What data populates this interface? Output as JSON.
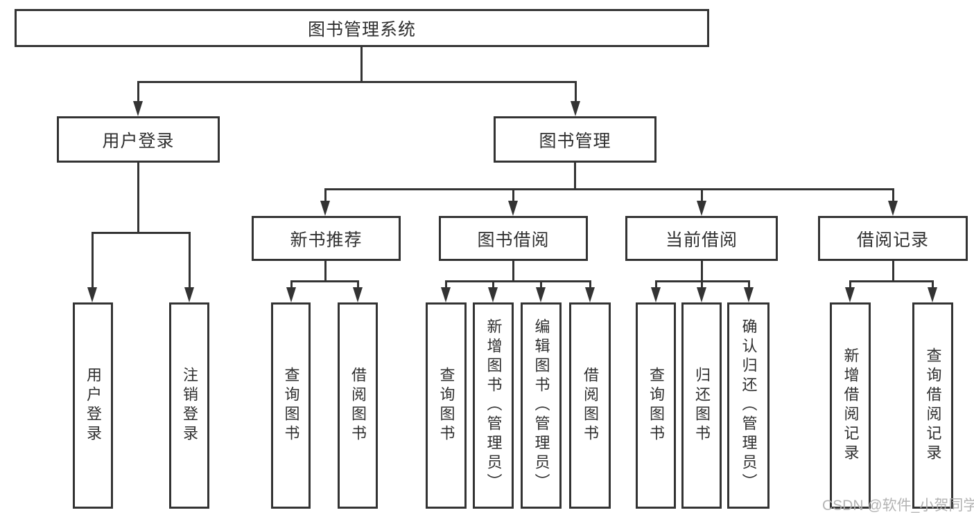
{
  "diagram_title": "图书管理系统",
  "nodes": {
    "root": "图书管理系统",
    "user_login": "用户登录",
    "book_mgmt": "图书管理",
    "l3": [
      "新书推荐",
      "图书借阅",
      "当前借阅",
      "借阅记录"
    ],
    "leaves_user": [
      "用户登录",
      "注销登录"
    ],
    "leaves_recommend": [
      "查询图书",
      "借阅图书"
    ],
    "leaves_borrow": [
      "查询图书",
      "新增图书（管理员）",
      "编辑图书（管理员）",
      "借阅图书"
    ],
    "leaves_current": [
      "查询图书",
      "归还图书",
      "确认归还（管理员）"
    ],
    "leaves_records": [
      "新增借阅记录",
      "查询借阅记录"
    ]
  },
  "watermark": "CSDN @软件_小贺同学",
  "colors": {
    "line": "#333333",
    "text": "#2f2f2f",
    "background": "#ffffff",
    "watermark": "#afafaf"
  }
}
